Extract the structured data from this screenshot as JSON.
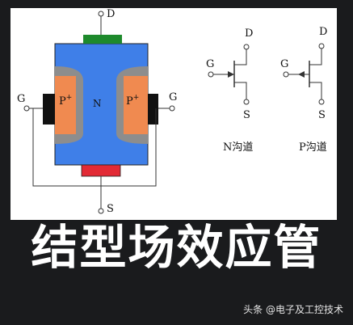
{
  "diagram": {
    "cross_section": {
      "drain_label": "D",
      "source_label": "S",
      "gate_left_label": "G",
      "gate_right_label": "G",
      "channel_label": "N",
      "p_left_label": "P",
      "p_left_sup": "+",
      "p_right_label": "P",
      "p_right_sup": "+"
    },
    "n_symbol": {
      "drain_label": "D",
      "gate_label": "G",
      "source_label": "S",
      "caption": "N沟道"
    },
    "p_symbol": {
      "drain_label": "D",
      "gate_label": "G",
      "source_label": "S",
      "caption": "P沟道"
    },
    "colors": {
      "n_channel": "#3f7fe8",
      "p_region": "#f08a50",
      "depletion": "#8d8d8d",
      "drain_contact": "#1e8a2c",
      "source_contact": "#e22a35",
      "gate_contact": "#111111",
      "wire": "#333333"
    }
  },
  "title": "结型场效应管",
  "watermark": "头条 @电子及工控技术"
}
